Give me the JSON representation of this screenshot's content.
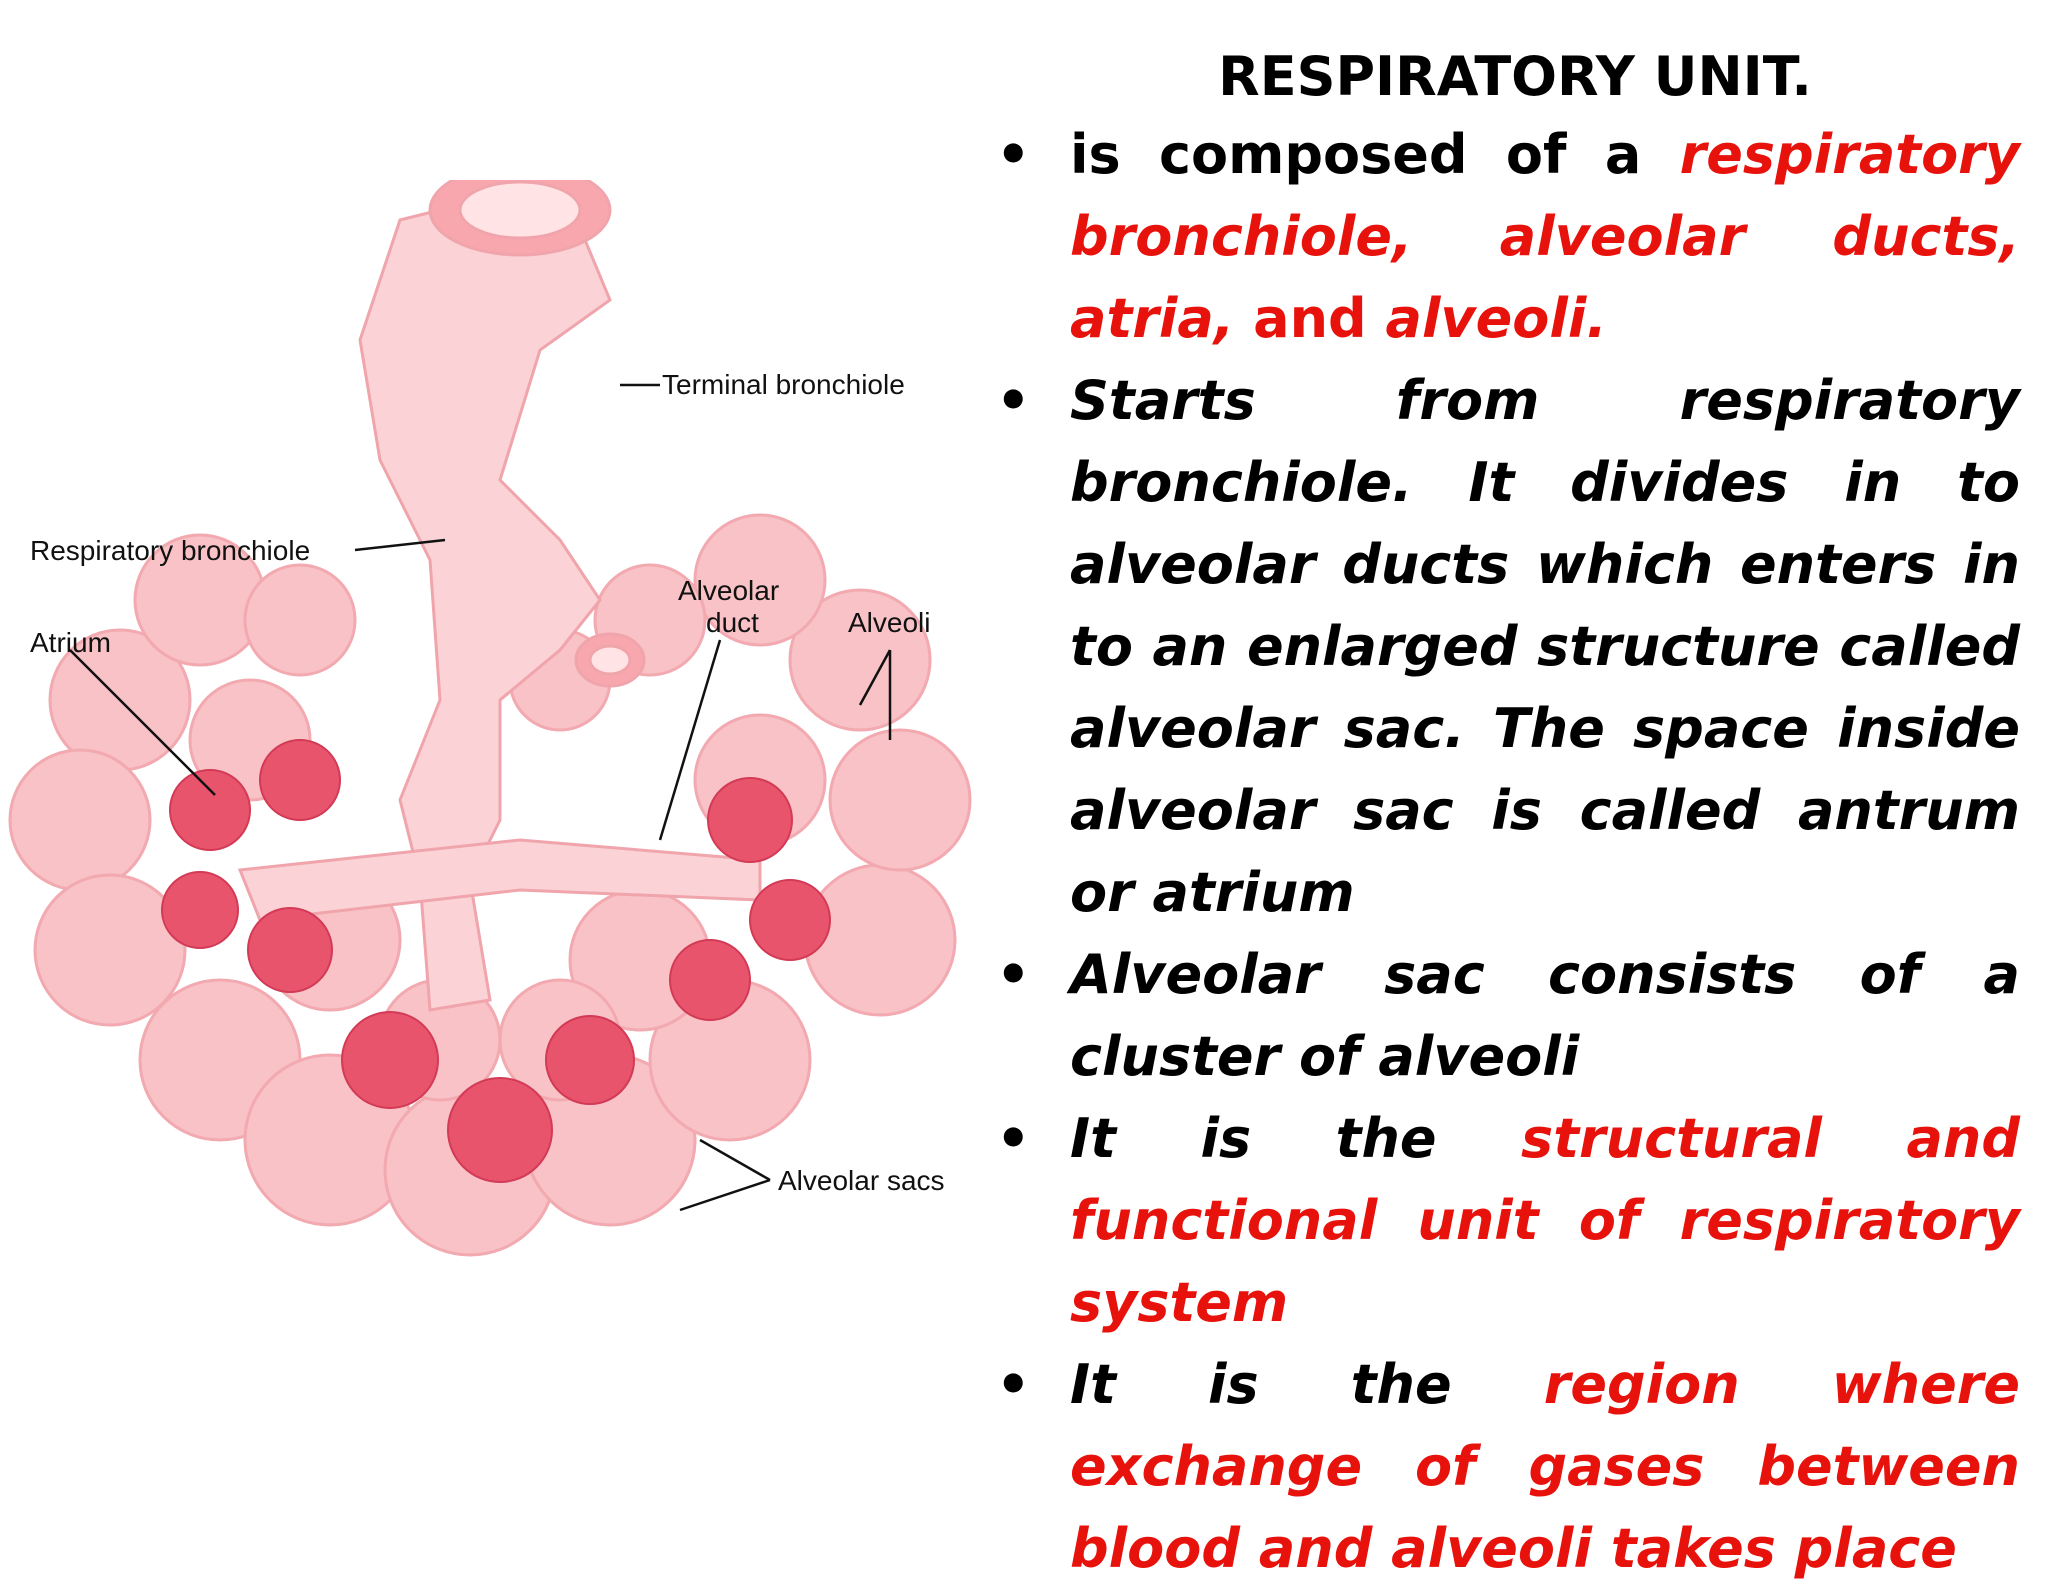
{
  "title": "RESPIRATORY UNIT.",
  "bullet_char": "•",
  "colors": {
    "accent_red": "#e8120c",
    "text": "#000000",
    "tissue_pink": "#f6b6bb",
    "sac_red": "#e8506a"
  },
  "bullets": [
    {
      "s1": " is composed of a ",
      "s2": "respiratory bronchiole, alveolar ducts, atria,",
      "s3": " and ",
      "s4": "alveoli."
    },
    {
      "text": "Starts from respiratory bronchiole. It divides in to alveolar ducts which enters in to an enlarged structure called alveolar sac. The space inside alveolar sac is called antrum or atrium"
    },
    {
      "text": "Alveolar sac consists of a cluster of alveoli"
    },
    {
      "s1": "It is the ",
      "s2": "structural and functional unit of respiratory system"
    },
    {
      "s1": "It is the ",
      "s2": "region where exchange of gases between blood and alveoli takes place"
    }
  ],
  "diagram_labels": {
    "terminal_bronchiole": "Terminal bronchiole",
    "respiratory_bronchiole": "Respiratory bronchiole",
    "atrium": "Atrium",
    "alveolar_duct_1": "Alveolar",
    "alveolar_duct_2": "duct",
    "alveoli": "Alveoli",
    "alveolar_sacs": "Alveolar sacs"
  }
}
